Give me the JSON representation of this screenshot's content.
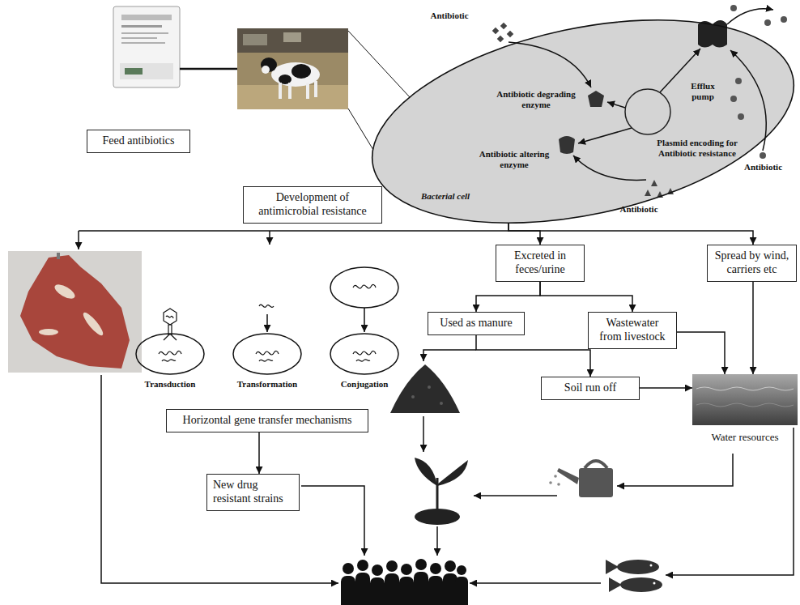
{
  "diagram": {
    "nodes": [
      {
        "text": [
          "Feed antibiotics"
        ]
      },
      {
        "text": [
          "Bacterial cell"
        ]
      },
      {
        "text": [
          "Development of antimicrobial resistance"
        ]
      },
      {
        "text": [
          "Transduction"
        ]
      },
      {
        "text": [
          "Transformation"
        ]
      },
      {
        "text": [
          "Conjugation"
        ]
      },
      {
        "text": [
          "Horizontal gene transfer mechanisms"
        ]
      },
      {
        "text": [
          "New drug resistant strains"
        ]
      },
      {
        "text": [
          "Excreted in feces/urine"
        ]
      },
      {
        "text": [
          "Spread by wind, carriers etc"
        ]
      },
      {
        "text": [
          "Used as manure"
        ]
      },
      {
        "text": [
          "Wastewater from livestock"
        ]
      },
      {
        "text": [
          "Soil run off"
        ]
      },
      {
        "text": [
          "Water resources"
        ]
      }
    ],
    "edges": [
      {
        "from": 1,
        "to": 8,
        "arrow": "to"
      },
      {
        "from": 1,
        "to": 9,
        "arrow": "to"
      },
      {
        "from": 6,
        "to": 7,
        "arrow": "to"
      },
      {
        "from": 8,
        "to": 10,
        "arrow": "to"
      },
      {
        "from": 8,
        "to": 11,
        "arrow": "to"
      },
      {
        "from": 10,
        "to": 12,
        "arrow": "to"
      },
      {
        "from": 12,
        "to": 13,
        "arrow": "to"
      },
      {
        "from": 11,
        "to": 13,
        "arrow": "to"
      },
      {
        "from": 9,
        "to": 13,
        "arrow": "to"
      }
    ],
    "labels": [
      "Antibiotic",
      "Antibiotic degrading enzyme",
      "Efflux pump",
      "Plasmid encoding for Antibiotic resistance",
      "Antibiotic altering enzyme",
      "Antibiotic",
      "Antibiotic"
    ]
  }
}
